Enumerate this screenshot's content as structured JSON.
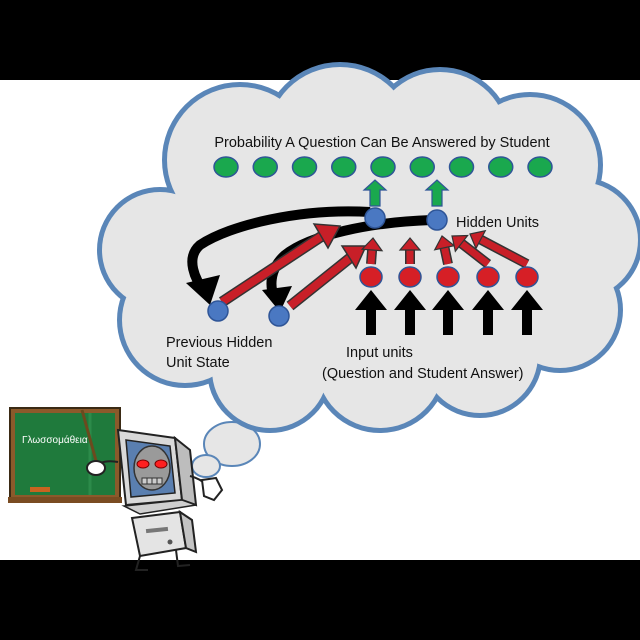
{
  "labels": {
    "output_title": "Probability A Question Can Be Answered by Student",
    "hidden_units": "Hidden Units",
    "previous_hidden_line1": "Previous Hidden",
    "previous_hidden_line2": "Unit State",
    "input_units_line1": "Input units",
    "input_units_line2": "(Question and Student Answer)",
    "board_text": "Γλωσσομάθεια"
  },
  "nodes": {
    "output_count": 9,
    "hidden_count": 2,
    "previous_hidden_count": 2,
    "input_count": 5
  },
  "colors": {
    "output_node": "#1aa84e",
    "hidden_node": "#4a78c2",
    "input_node": "#d61f26",
    "cloud_fill": "#e6e6e6",
    "cloud_stroke": "#5a86b8",
    "arrow_green": "#1aa84e",
    "arrow_red": "#c81f28",
    "arrow_black": "#000000",
    "chalkboard": "#1f7a3c",
    "board_frame": "#8b5a2b"
  },
  "icons": {
    "teacher": "robot-teacher-icon",
    "board": "chalkboard-icon"
  }
}
